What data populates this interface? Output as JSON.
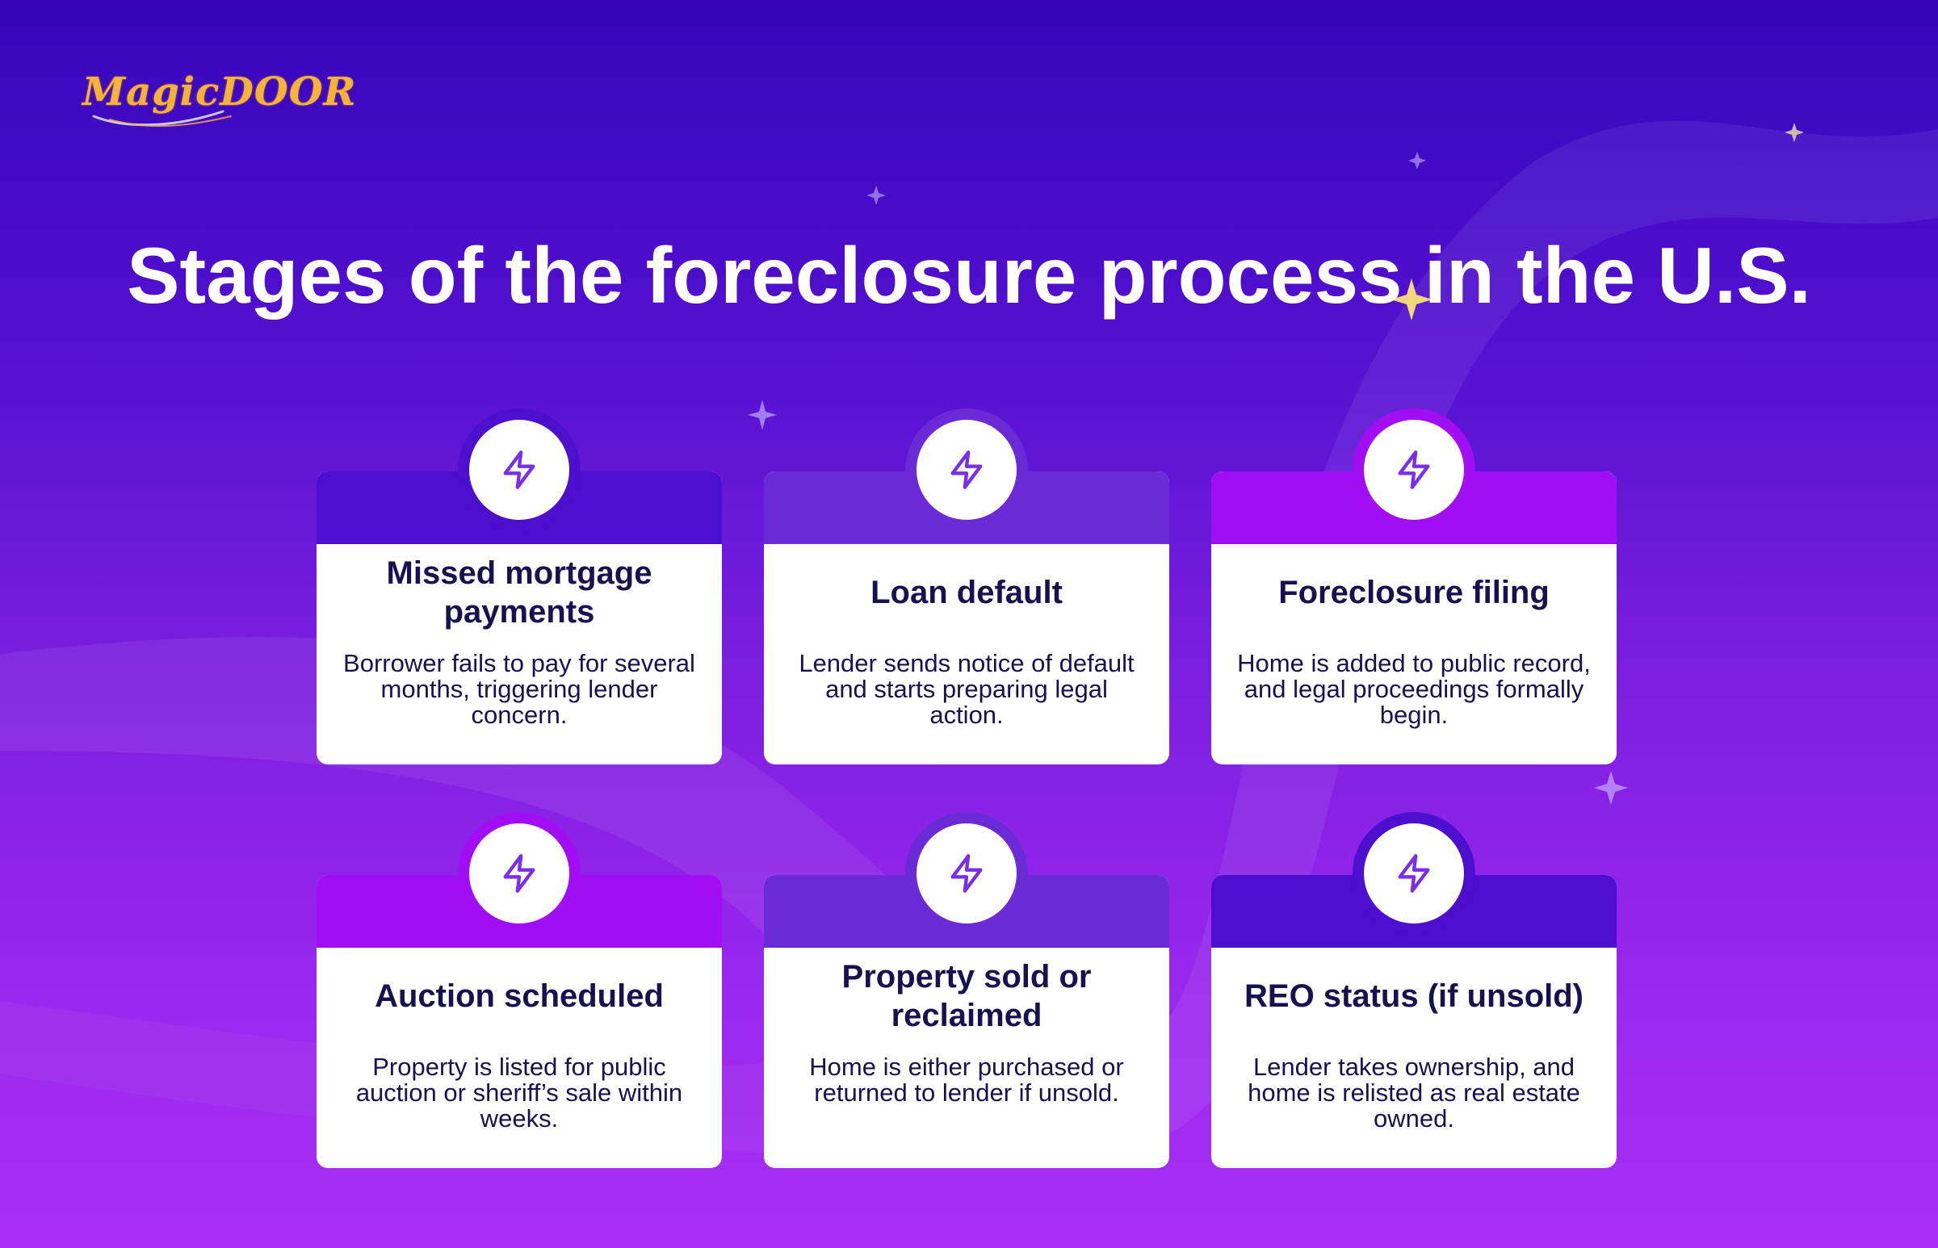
{
  "brand": {
    "logo_text": "MagicDOOR",
    "logo_color": "#f6b33a"
  },
  "title": "Stages of the foreclosure process in the U.S.",
  "colors": {
    "text_dark": "#17124f",
    "icon": "#7a2ee8",
    "band_indigo": "#4d0fce",
    "band_violet": "#6a2ad6",
    "band_magenta": "#a20ef4"
  },
  "stages": [
    {
      "title": "Missed mortgage payments",
      "description": "Borrower fails to pay for several months, triggering lender concern.",
      "icon": "lightning-bolt-icon"
    },
    {
      "title": "Loan default",
      "description": "Lender sends notice of default and starts preparing legal action.",
      "icon": "lightning-bolt-icon"
    },
    {
      "title": "Foreclosure filing",
      "description": "Home is added to public record, and legal proceedings formally begin.",
      "icon": "lightning-bolt-icon"
    },
    {
      "title": "Auction scheduled",
      "description": "Property is listed for public auction or sheriff’s sale within weeks.",
      "icon": "lightning-bolt-icon"
    },
    {
      "title": "Property sold or reclaimed",
      "description": "Home is either purchased or returned to lender if unsold.",
      "icon": "lightning-bolt-icon"
    },
    {
      "title": "REO status (if unsold)",
      "description": "Lender takes ownership, and home is relisted as real estate owned.",
      "icon": "lightning-bolt-icon"
    }
  ]
}
